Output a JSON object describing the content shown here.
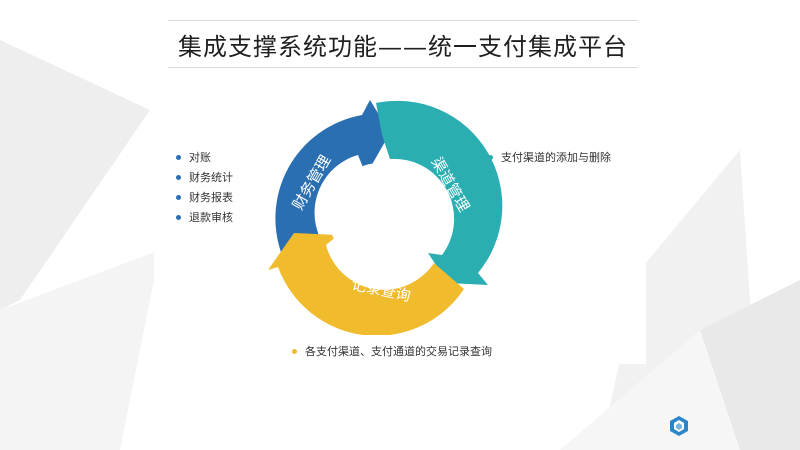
{
  "title": "集成支撑系统功能——统一支付集成平台",
  "cycle": {
    "segments": [
      {
        "label": "财务管理",
        "color": "#2b6fb3"
      },
      {
        "label": "渠道管理",
        "color": "#2aaeb2"
      },
      {
        "label": "记录查询",
        "color": "#f0bb2c"
      }
    ]
  },
  "finance_items": [
    "对账",
    "财务统计",
    "财务报表",
    "退款审核"
  ],
  "channel_note": "支付渠道的添加与删除",
  "query_note": "各支付渠道、支付通道的交易记录查询",
  "colors": {
    "finance_dot": "#2b6fb3",
    "channel_dot": "#2aaeb2",
    "query_dot": "#f0bb2c",
    "logo": "#2a86c9"
  }
}
